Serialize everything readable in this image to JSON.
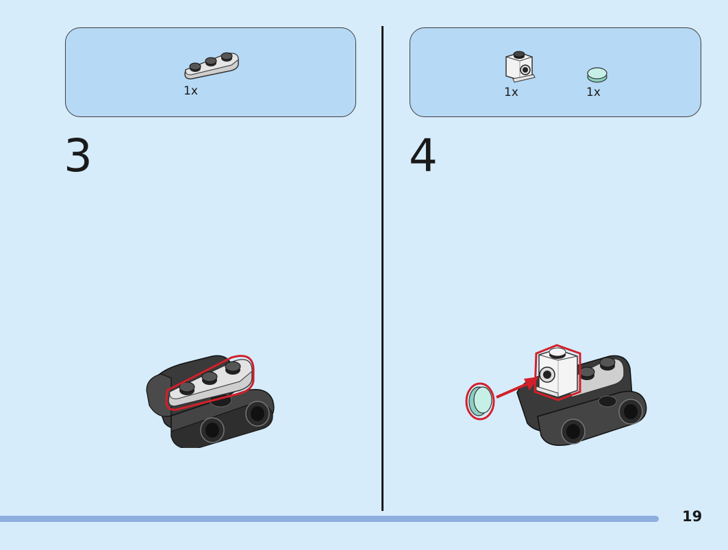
{
  "steps": [
    {
      "number": "3",
      "parts": [
        {
          "quantity": "1x",
          "icon": "grey-1x3-plate-icon"
        }
      ]
    },
    {
      "number": "4",
      "parts": [
        {
          "quantity": "1x",
          "icon": "white-bracket-brick-icon"
        },
        {
          "quantity": "1x",
          "icon": "trans-light-aqua-round-tile-icon"
        }
      ]
    }
  ],
  "page_number": "19",
  "colors": {
    "page_background": "#d6ecfb",
    "parts_box": "#b6d9f5",
    "highlight": "#d2202a",
    "footer_bar": "#8eaee0"
  }
}
